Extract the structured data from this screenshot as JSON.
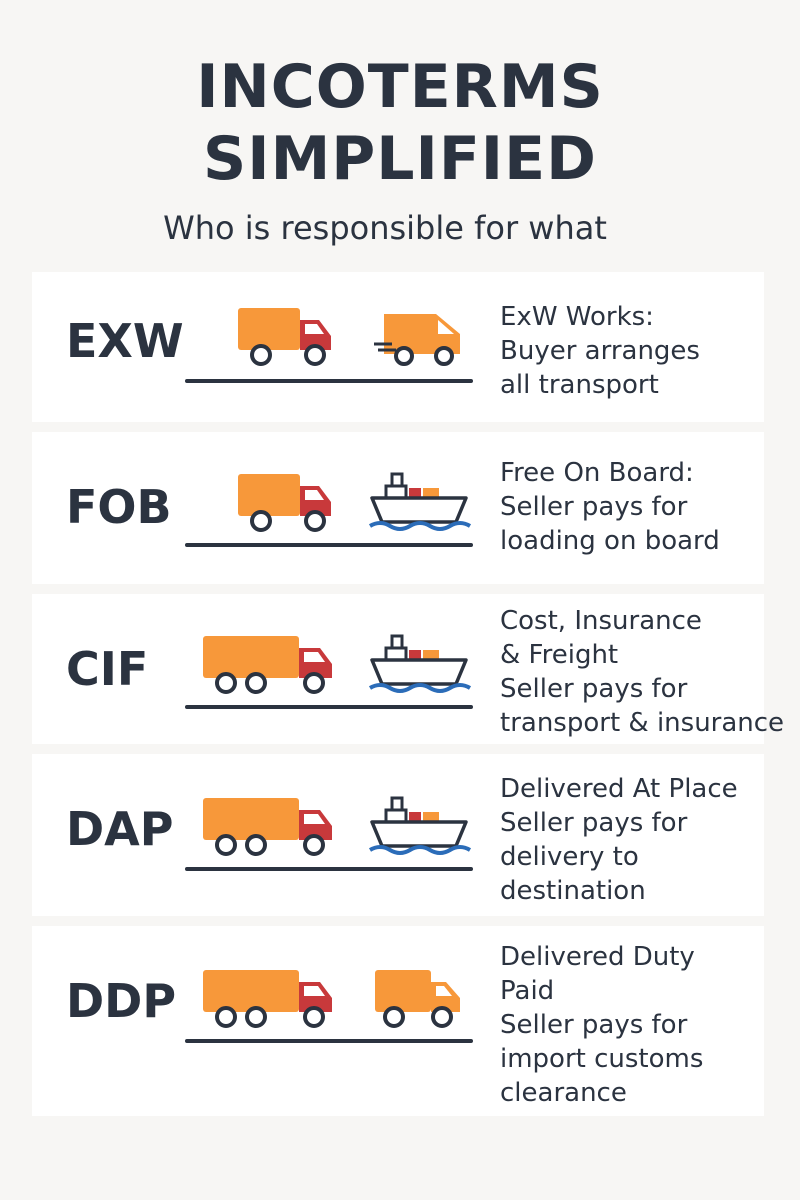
{
  "header": {
    "title_line1": "INCOTERMS",
    "title_line2": "SIMPLIFIED",
    "subtitle": "Who is responsible for what"
  },
  "colors": {
    "cargo_orange": "#f7983a",
    "cab_red": "#c8393b",
    "dark_navy": "#2b3340",
    "water_blue": "#2b6cb8",
    "background": "#f7f6f4"
  },
  "terms": [
    {
      "code": "EXW",
      "heading": [
        "ExW Works:"
      ],
      "detail": [
        "Buyer arranges",
        "all transport"
      ],
      "vehicles": [
        "truck-icon",
        "van-icon"
      ]
    },
    {
      "code": "FOB",
      "heading": [
        "Free On Board:"
      ],
      "detail": [
        "Seller pays for",
        "loading on board"
      ],
      "vehicles": [
        "truck-icon",
        "ship-icon"
      ]
    },
    {
      "code": "CIF",
      "heading": [
        "Cost, Insurance",
        "& Freight"
      ],
      "detail": [
        "Seller pays for",
        "transport & insurance"
      ],
      "vehicles": [
        "truck-icon",
        "ship-icon"
      ]
    },
    {
      "code": "DAP",
      "heading": [
        "Delivered At Place"
      ],
      "detail": [
        "Seller pays for",
        "delivery to",
        "destination"
      ],
      "vehicles": [
        "truck-icon",
        "ship-icon"
      ]
    },
    {
      "code": "DDP",
      "heading": [
        "Delivered Duty",
        "Paid"
      ],
      "detail": [
        "Seller pays for",
        "import customs",
        "clearance"
      ],
      "vehicles": [
        "truck-icon",
        "small-truck-icon"
      ]
    }
  ]
}
